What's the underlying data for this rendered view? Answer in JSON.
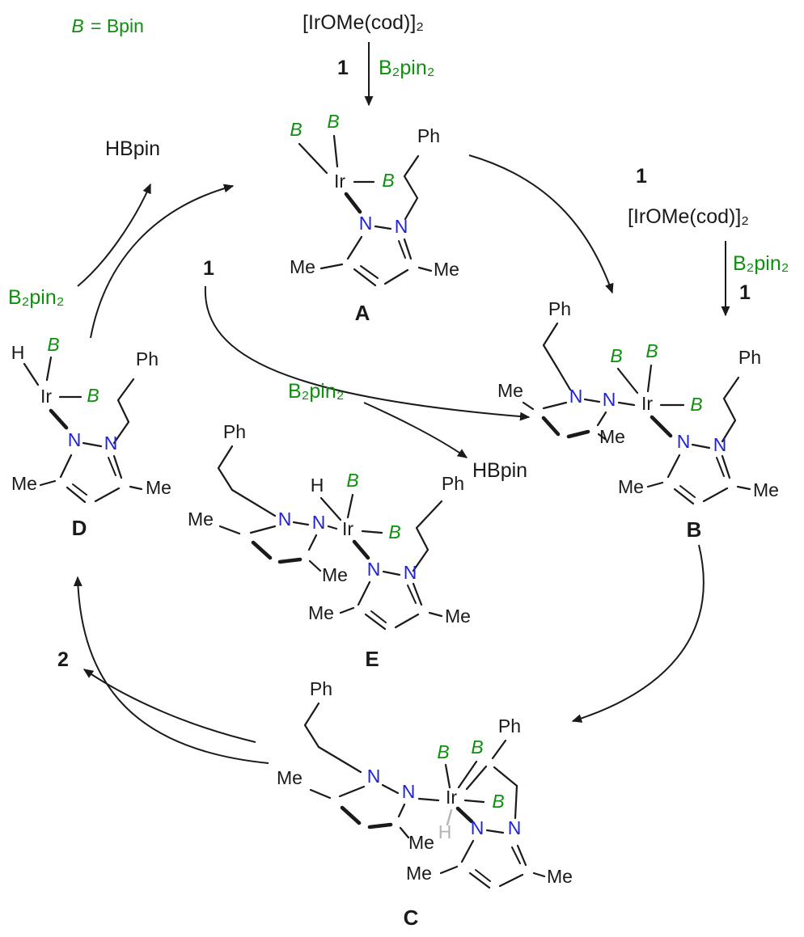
{
  "colors": {
    "green": "#0f8f0f",
    "blue": "#2323d6",
    "ink": "#1a1a1a",
    "gray": "#b4b4b4"
  },
  "legend": {
    "b": "B",
    "rest": "= Bpin"
  },
  "formulas": {
    "ir_precursor": "[IrOMe(cod)]₂",
    "b2pin2": "B₂pin₂",
    "hbpin": "HBpin"
  },
  "labels": {
    "a": "A",
    "b": "B",
    "c": "C",
    "d": "D",
    "e": "E",
    "one": "1",
    "two": "2"
  },
  "tokens": {
    "ir": "Ir",
    "n": "N",
    "b": "B",
    "me": "Me",
    "ph": "Ph",
    "h": "H"
  }
}
